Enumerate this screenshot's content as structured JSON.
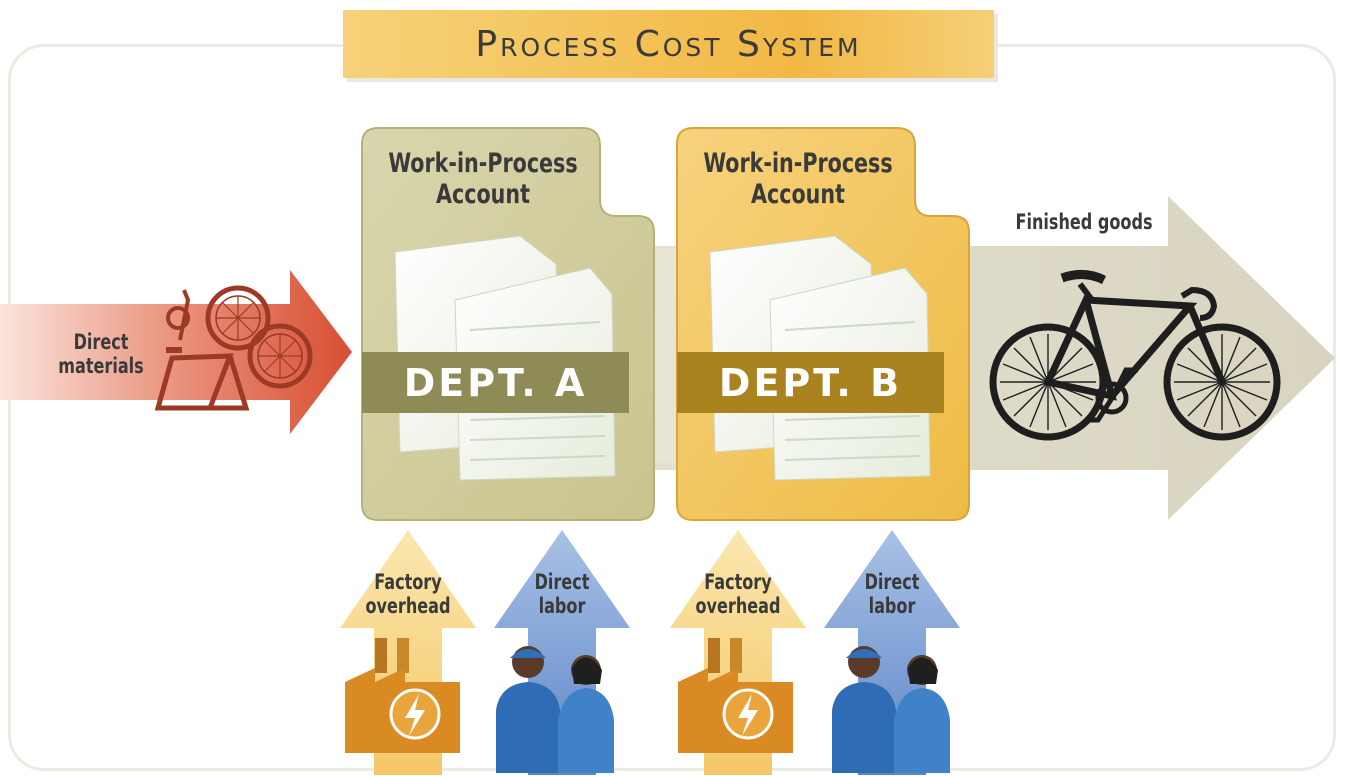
{
  "title": "Process Cost System",
  "departments": [
    {
      "heading": "Work-in-Process Account",
      "heading_lines": [
        "Work-in-Process",
        "Account"
      ],
      "badge": "DEPT. A",
      "inputs": [
        {
          "label_lines": [
            "Factory",
            "overhead"
          ],
          "icon": "factory-icon"
        },
        {
          "label_lines": [
            "Direct",
            "labor"
          ],
          "icon": "workers-icon"
        }
      ]
    },
    {
      "heading": "Work-in-Process Account",
      "heading_lines": [
        "Work-in-Process",
        "Account"
      ],
      "badge": "DEPT. B",
      "inputs": [
        {
          "label_lines": [
            "Factory",
            "overhead"
          ],
          "icon": "factory-icon"
        },
        {
          "label_lines": [
            "Direct",
            "labor"
          ],
          "icon": "workers-icon"
        }
      ]
    }
  ],
  "input_arrow": {
    "label_lines": [
      "Direct",
      "materials"
    ],
    "icon": "bicycle-parts-icon"
  },
  "output_arrow": {
    "label": "Finished goods",
    "icon": "bicycle-icon"
  },
  "colors": {
    "materials_arrow": "#d9573f",
    "overhead_arrow": "#f6d27a",
    "labor_arrow": "#6f97d1",
    "output_arrow": "#e3e0d0",
    "dept_a_folder": "#cfcb98",
    "dept_a_badge": "#8f8b57",
    "dept_b_folder": "#f2c55a",
    "dept_b_badge": "#a9841e",
    "title_banner": "#f4c35a"
  }
}
